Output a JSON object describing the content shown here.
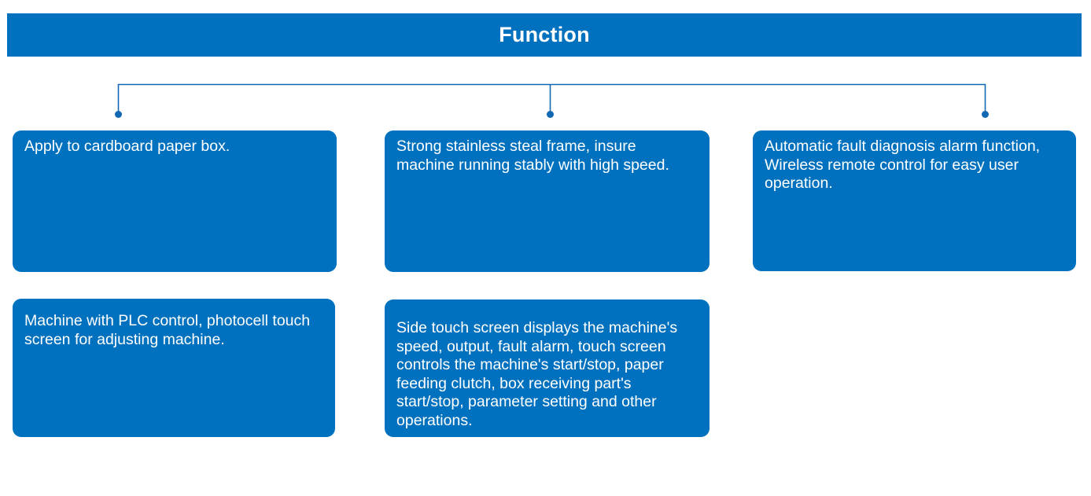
{
  "colors": {
    "page-bg": "#ffffff",
    "brand-blue": "#0071BE",
    "connector-blue": "#1268B3",
    "text-white": "#ffffff"
  },
  "header": {
    "title": "Function"
  },
  "boxes": [
    {
      "text": "Apply to cardboard paper box."
    },
    {
      "text": "Strong stainless steal frame, insure machine running stably with high speed."
    },
    {
      "text": "Automatic fault diagnosis alarm function, Wireless remote control for easy user operation."
    },
    {
      "text": "Machine with PLC control, photocell touch screen for adjusting machine."
    },
    {
      "text": "Side touch screen displays the machine's speed, output, fault alarm, touch screen controls the machine's start/stop, paper feeding clutch, box receiving part's start/stop, parameter setting and other operations."
    }
  ]
}
